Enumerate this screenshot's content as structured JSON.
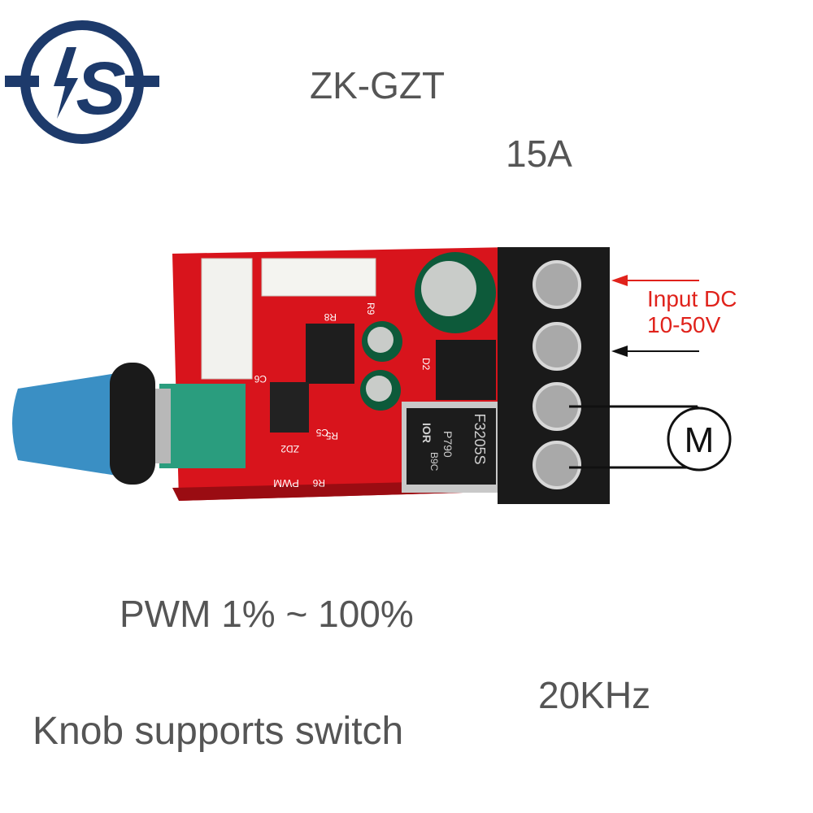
{
  "logo": {
    "text": "S",
    "color": "#1d3a6b"
  },
  "headline": {
    "model": "ZK-GZT",
    "current": "15A"
  },
  "specs": {
    "pwm": "PWM 1% ~ 100%",
    "frequency": "20KHz",
    "knob": "Knob supports switch"
  },
  "wiring": {
    "input_line1": "Input DC",
    "input_line2": "10-50V",
    "motor_symbol": "M",
    "input_color": "#e0221b"
  },
  "board_markings": {
    "mosfet": "F3205S",
    "mosfet_brand": "IOR",
    "mosfet_code": "P790",
    "mosfet_lot": "B9C",
    "pwm_label": "PWM",
    "resistors": [
      "R8",
      "R9",
      "R5",
      "R6"
    ],
    "zener": "ZD2",
    "capacitors": [
      "C6",
      "C5"
    ],
    "diode": "D2"
  }
}
